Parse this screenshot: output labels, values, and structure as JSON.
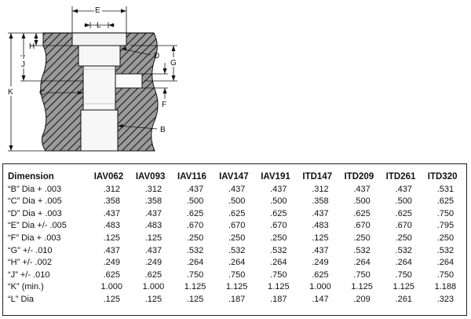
{
  "drawing": {
    "labels": {
      "E": "E",
      "L": "L",
      "H": "H",
      "J": "J",
      "K": "K",
      "C": "C",
      "D": "D",
      "G": "G",
      "F": "F",
      "B": "B"
    }
  },
  "table": {
    "header": [
      "Dimension",
      "IAV062",
      "IAV093",
      "IAV116",
      "IAV147",
      "IAV191",
      "ITD147",
      "ITD209",
      "ITD261",
      "ITD320"
    ],
    "rows": [
      {
        "label": "“B” Dia + .003",
        "values": [
          ".312",
          ".312",
          ".437",
          ".437",
          ".437",
          ".312",
          ".437",
          ".437",
          ".531"
        ]
      },
      {
        "label": "“C” Dia + .005",
        "values": [
          ".358",
          ".358",
          ".500",
          ".500",
          ".500",
          ".358",
          ".500",
          ".500",
          ".625"
        ]
      },
      {
        "label": "“D” Dia + .003",
        "values": [
          ".437",
          ".437",
          ".625",
          ".625",
          ".625",
          ".437",
          ".625",
          ".625",
          ".750"
        ]
      },
      {
        "label": "“E” Dia +/- .005",
        "values": [
          ".483",
          ".483",
          ".670",
          ".670",
          ".670",
          ".483",
          ".670",
          ".670",
          ".795"
        ]
      },
      {
        "label": "“F” Dia + .003",
        "values": [
          ".125",
          ".125",
          ".250",
          ".250",
          ".250",
          ".125",
          ".250",
          ".250",
          ".250"
        ]
      },
      {
        "label": "“G” +/- .010",
        "values": [
          ".437",
          ".437",
          ".532",
          ".532",
          ".532",
          ".437",
          ".532",
          ".532",
          ".532"
        ]
      },
      {
        "label": "“H” +/- .002",
        "values": [
          ".249",
          ".249",
          ".264",
          ".264",
          ".264",
          ".249",
          ".264",
          ".264",
          ".264"
        ]
      },
      {
        "label": "“J” +/- .010",
        "values": [
          ".625",
          ".625",
          ".750",
          ".750",
          ".750",
          ".625",
          ".750",
          ".750",
          ".750"
        ]
      },
      {
        "label": "“K”  (min.)",
        "values": [
          "1.000",
          "1.000",
          "1.125",
          "1.125",
          "1.125",
          "1.000",
          "1.125",
          "1.125",
          "1.188"
        ]
      },
      {
        "label": "“L” Dia",
        "values": [
          ".125",
          ".125",
          ".125",
          ".187",
          ".187",
          ".147",
          ".209",
          ".261",
          ".323"
        ]
      }
    ]
  }
}
